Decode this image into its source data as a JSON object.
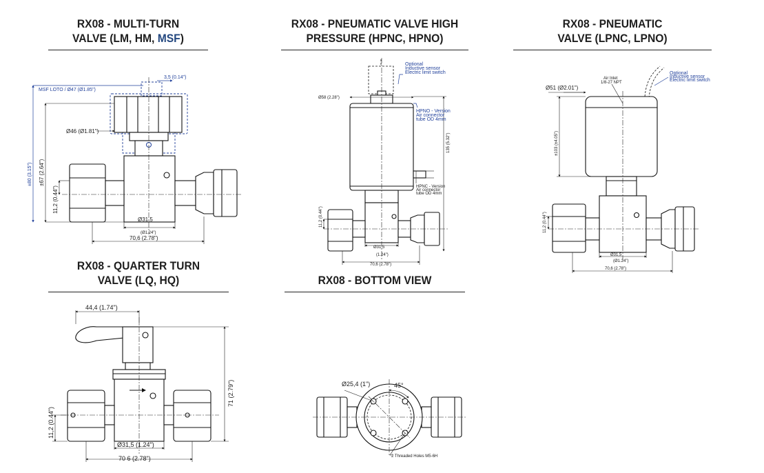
{
  "panels": {
    "multi_turn": {
      "title_line1": "RX08 - MULTI-TURN",
      "title_line2_prefix": "VALVE (LM, HM, ",
      "title_line2_highlight": "MSF",
      "title_line2_suffix": ")",
      "dims": {
        "stem": "3,5 (0.14\")",
        "loto": "MSF LOTO / Ø47 (Ø1.85\")",
        "handle_dia": "Ø46 (Ø1.81\")",
        "overall_height": "±80 (3.15\")",
        "height": "±67 (2.64\")",
        "port_height": "11,2 (0.44\")",
        "body_dia": "Ø31,5",
        "body_dia_in": "(Ø1.24\")",
        "width": "70,6 (2.78\")"
      }
    },
    "pneumatic_hp": {
      "title_line1": "RX08 - PNEUMATIC VALVE HIGH",
      "title_line2": "PRESSURE (HPNC, HPNO)",
      "dims": {
        "optional": "Optional",
        "sensor": "Inductive sensor",
        "switch": "Electric limit switch",
        "actuator_dia": "Ø58 (2.28\")",
        "hpno_top1": "HPNO - Version",
        "hpno_top2": "Air connector",
        "hpno_top3": "tube OD 4mm",
        "height": "135 (5.32\")",
        "hpnc1": "HPNC - Version",
        "hpnc2": "Air connector",
        "hpnc3": "tube OD 4mm",
        "port_height": "11,2 (0.44\")",
        "body_dia": "Ø31,5",
        "body_dia_in": "(1.24\")",
        "width": "70,6 (2.78\")"
      }
    },
    "pneumatic_lp": {
      "title_line1": "RX08 - PNEUMATIC",
      "title_line2": "VALVE (LPNC, LPNO)",
      "dims": {
        "actuator_dia": "Ø51 (Ø2.01\")",
        "air_inlet1": "Air Inlet",
        "air_inlet2": "1/8-27 NPT",
        "optional": "Optional",
        "sensor": "Inductive sensor",
        "switch": "Electric limit switch",
        "height": "±103 (±4.05\")",
        "port_height": "11,2 (0.44\")",
        "body_dia": "Ø31,5",
        "body_dia_in": "(Ø1.24\")",
        "width": "70,6 (2.78\")"
      }
    },
    "quarter_turn": {
      "title_line1": "RX08 - QUARTER TURN",
      "title_line2": "VALVE (LQ, HQ)",
      "dims": {
        "handle": "44,4 (1.74\")",
        "height": "71 (2.79\")",
        "port_height": "11,2 (0.44\")",
        "body_dia": "Ø31,5 (1.24\")",
        "width": "70 6 (2.78\")"
      }
    },
    "bottom_view": {
      "title_line1": "RX08 - BOTTOM VIEW",
      "dims": {
        "bolt_circle": "Ø25,4 (1\")",
        "angle": "45°",
        "holes": "2 Threaded Holes M5-6H"
      }
    }
  }
}
